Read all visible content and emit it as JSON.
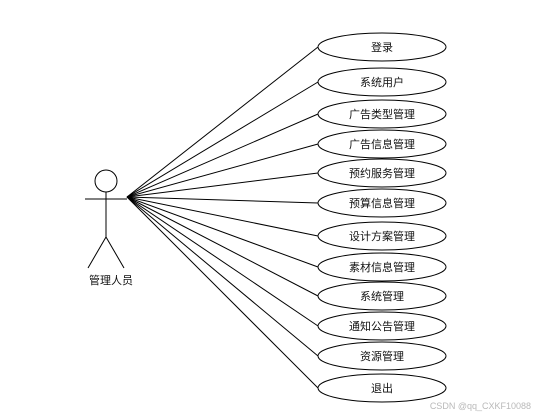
{
  "actor": {
    "name": "管理人员"
  },
  "use_cases": [
    {
      "label": "登录"
    },
    {
      "label": "系统用户"
    },
    {
      "label": "广告类型管理"
    },
    {
      "label": "广告信息管理"
    },
    {
      "label": "预约服务管理"
    },
    {
      "label": "预算信息管理"
    },
    {
      "label": "设计方案管理"
    },
    {
      "label": "素材信息管理"
    },
    {
      "label": "系统管理"
    },
    {
      "label": "通知公告管理"
    },
    {
      "label": "资源管理"
    },
    {
      "label": "退出"
    }
  ],
  "watermark": "CSDN @qq_CXKF10088"
}
